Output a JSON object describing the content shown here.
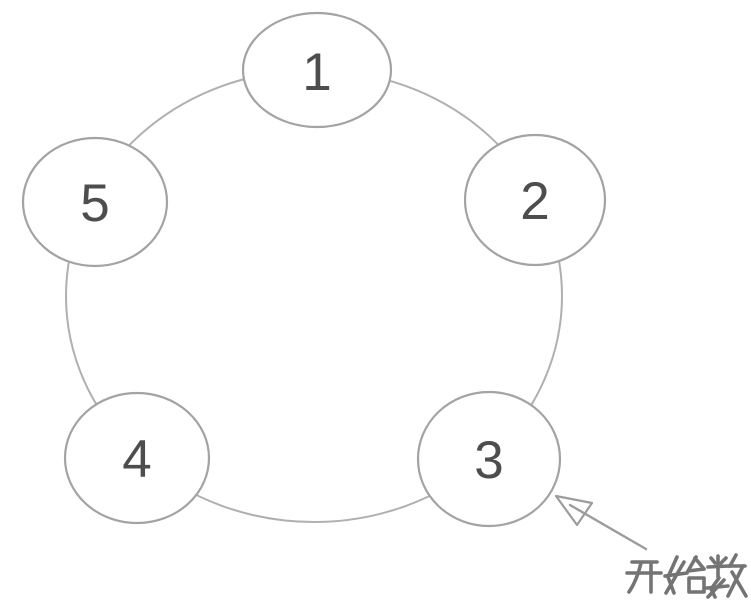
{
  "figure": {
    "description": "ring-of-numbered-nodes-diagram",
    "background": "#ffffff",
    "ring": {
      "stroke_color": "#b0b0b0"
    },
    "node_style": {
      "fill": "#ffffff",
      "stroke_color": "#a3a3a3",
      "number_color": "#4d4d4d"
    },
    "nodes": [
      {
        "label": "1",
        "position": "top"
      },
      {
        "label": "2",
        "position": "upper-right"
      },
      {
        "label": "3",
        "position": "lower-right"
      },
      {
        "label": "4",
        "position": "lower-left"
      },
      {
        "label": "5",
        "position": "upper-left"
      }
    ],
    "annotation": {
      "text": "开始数",
      "points_to_node": "3",
      "text_color": "#747474",
      "arrow_color": "#9c9c9c"
    }
  }
}
